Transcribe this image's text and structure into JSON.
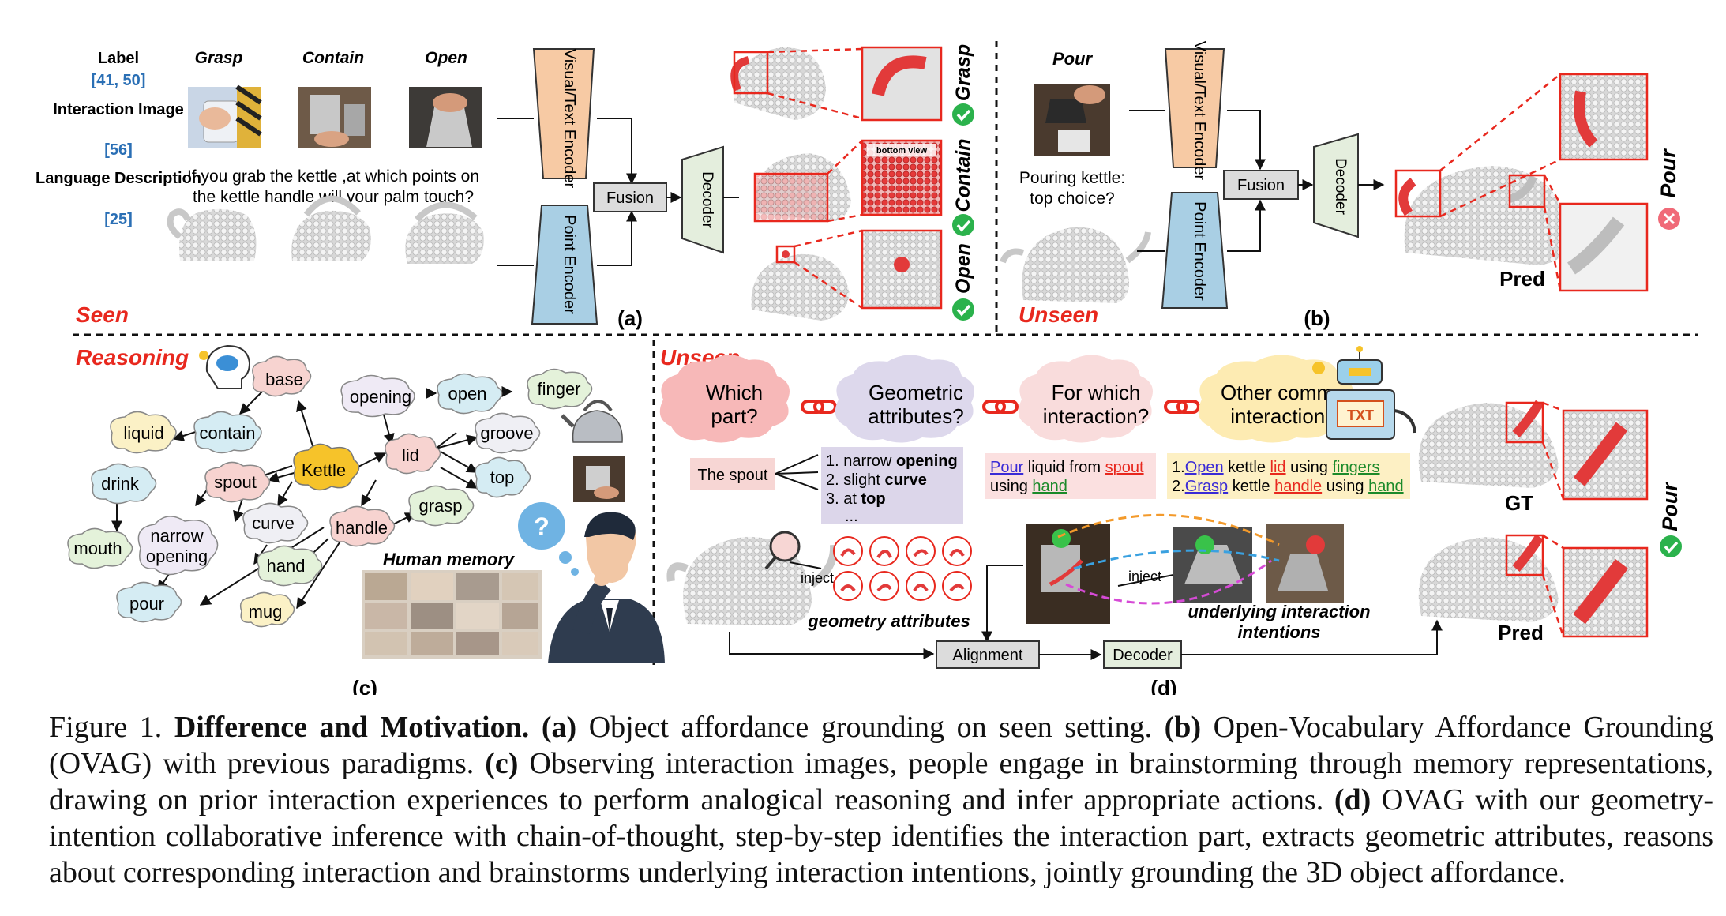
{
  "panel_a": {
    "row_label": "Label",
    "row_label_ref": "[41, 50]",
    "row_image": "Interaction Image",
    "row_image_ref": "[56]",
    "row_lang": "Language Description",
    "row_lang_ref": "[25]",
    "col_grasp": "Grasp",
    "col_contain": "Contain",
    "col_open": "Open",
    "question_line1": "If you grab the kettle ,at which points on",
    "question_line2": "the  kettle handle will your palm touch?",
    "visual_encoder": "Visual/Text Encoder",
    "point_encoder": "Point Encoder",
    "fusion": "Fusion",
    "decoder": "Decoder",
    "bottom_view": "bottom view",
    "res_grasp": "Grasp",
    "res_contain": "Contain",
    "res_open": "Open",
    "seen": "Seen",
    "label": "(a)"
  },
  "panel_b": {
    "pour": "Pour",
    "q_line1": "Pouring kettle:",
    "q_line2": "top choice?",
    "visual_encoder": "Visual/Text Encoder",
    "point_encoder": "Point Encoder",
    "fusion": "Fusion",
    "decoder": "Decoder",
    "pred": "Pred",
    "result": "Pour",
    "unseen": "Unseen",
    "label": "(b)"
  },
  "panel_c": {
    "reasoning": "Reasoning",
    "nodes": {
      "kettle": "Kettle",
      "base": "base",
      "contain": "contain",
      "liquid": "liquid",
      "opening": "opening",
      "open": "open",
      "finger": "finger",
      "lid": "lid",
      "groove": "groove",
      "top": "top",
      "spout": "spout",
      "drink": "drink",
      "mouth": "mouth",
      "narrow_l1": "narrow",
      "narrow_l2": "opening",
      "curve": "curve",
      "handle": "handle",
      "grasp": "grasp",
      "hand": "hand",
      "mug": "mug",
      "pour": "pour"
    },
    "memory": "Human memory",
    "qmark": "?",
    "label": "(c)"
  },
  "panel_d": {
    "unseen": "Unseen",
    "q1_l1": "Which",
    "q1_l2": "part?",
    "q2_l1": "Geometric",
    "q2_l2": "attributes?",
    "q3_l1": "For which",
    "q3_l2": "interaction?",
    "q4_l1": "Other common",
    "q4_l2": "interactions?",
    "txt": "TXT",
    "the_spout": "The spout",
    "attr1_a": "1. narrow ",
    "attr1_b": "opening",
    "attr2_a": "2. slight ",
    "attr2_b": "curve",
    "attr3_a": "3. at ",
    "attr3_b": "top",
    "attr_more": "...",
    "pour_w": "Pour",
    "liquid_from": " liquid from ",
    "spout_w": "spout",
    "using": "using ",
    "hand_w": "hand",
    "o1_num": "1.",
    "o1_open": "Open",
    "o1_kettle": " kettle ",
    "o1_lid": "lid",
    "o1_using": " using ",
    "o1_fingers": "fingers",
    "o2_num": "2.",
    "o2_grasp": "Grasp",
    "o2_kettle": " kettle ",
    "o2_handle": "handle",
    "o2_using": " using ",
    "o2_hand": "hand",
    "inject1": "inject",
    "inject2": "inject",
    "geometry_attributes": "geometry attributes",
    "intent_l1": "underlying interaction",
    "intent_l2": "intentions",
    "alignment": "Alignment",
    "decoder": "Decoder",
    "gt": "GT",
    "pred": "Pred",
    "result": "Pour",
    "label": "(d)"
  },
  "caption": {
    "prefix": "Figure 1. ",
    "title": "Difference and Motivation.",
    "a_tag": "(a)",
    "a_text": " Object affordance grounding on seen setting. ",
    "b_tag": "(b)",
    "b_text": " Open-Vocabulary Affordance Grounding (OVAG) with previous paradigms. ",
    "c_tag": "(c)",
    "c_text": " Observing interaction images, people engage in brainstorming through memory representations, drawing on prior interaction experiences to perform analogical reasoning and infer appropriate actions. ",
    "d_tag": "(d)",
    "d_text": " OVAG with our geometry-intention collaborative inference with chain-of-thought, step-by-step identifies the interaction part, extracts geometric attributes, reasons about corresponding interaction and brainstorms underlying interaction intentions, jointly grounding the 3D object affordance."
  },
  "colors": {
    "red_accent": "#e8281e",
    "ref_blue": "#2a6fb5",
    "encoder_orange": "#f7caa4",
    "encoder_blue": "#a9cfe4",
    "decoder_green": "#e4eedd",
    "check_green": "#2bb24c",
    "kettle_yellow": "#f6c32a"
  }
}
